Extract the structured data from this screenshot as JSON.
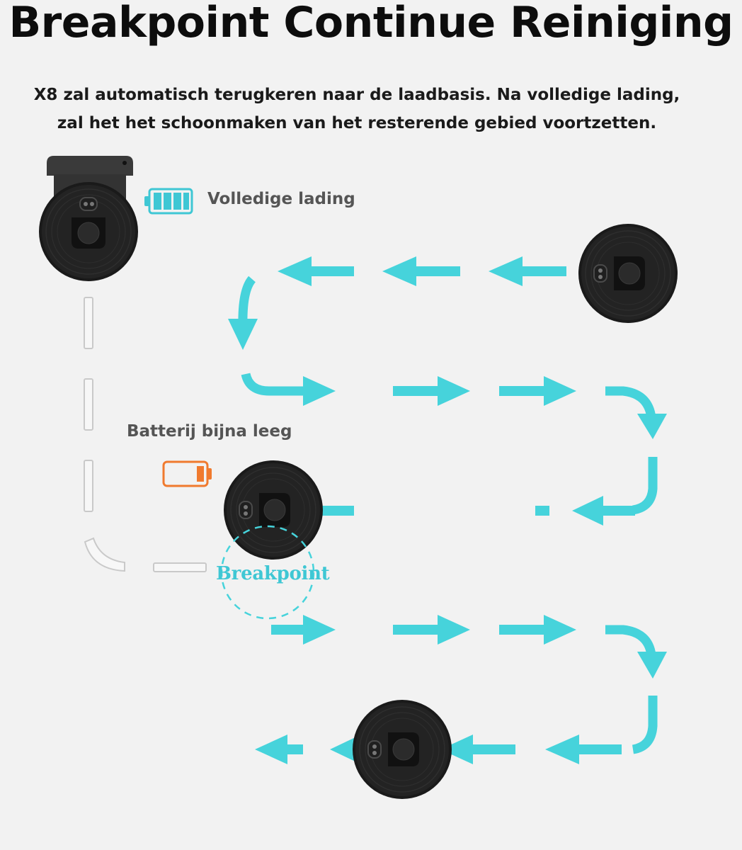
{
  "title": "Breakpoint Continue Reiniging",
  "subtitle": {
    "line1": "X8 zal automatisch terugkeren naar de laadbasis. Na volledige lading,",
    "line2": "zal het het schoonmaken van het resterende gebied voortzetten."
  },
  "labels": {
    "full_charge": "Volledige lading",
    "low_battery": "Batterij bijna leeg",
    "breakpoint": "Breakpoint"
  },
  "colors": {
    "path_arrow": "#46d3db",
    "battery_full": "#3fc7d4",
    "battery_low": "#f07a2e",
    "robot_body": "#1c1c1c",
    "return_path_outline": "#c9c9c9"
  },
  "battery": {
    "full_level": 1.0,
    "low_level": 0.2
  },
  "icons": [
    "charging-base-icon",
    "robot-vacuum-icon",
    "battery-full-icon",
    "battery-low-icon",
    "arrow-icon"
  ]
}
